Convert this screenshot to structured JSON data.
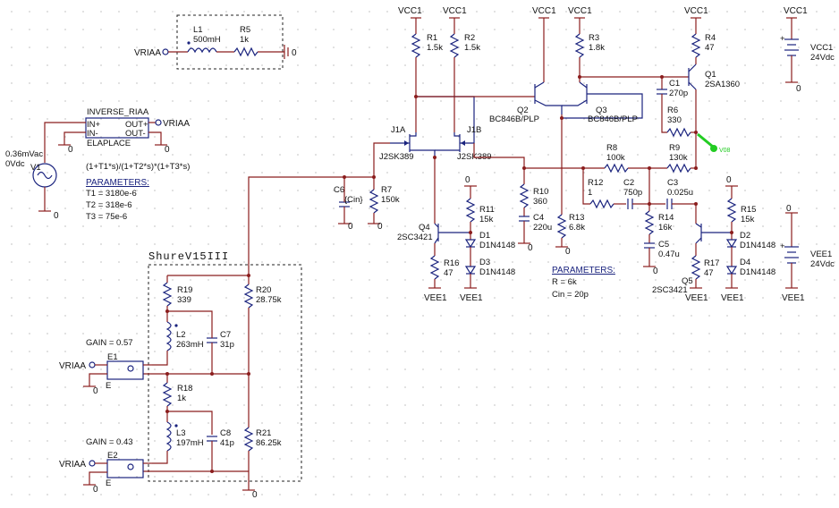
{
  "nets": {
    "vcc": "VCC1",
    "vee": "VEE1",
    "vriaa": "VRIAA",
    "ground": "0",
    "probe": "V08"
  },
  "blocks": {
    "inverse_riaa": "INVERSE_RIAA",
    "elaplace": "ELAPLACE",
    "pin_in_pos": "IN+",
    "pin_in_neg": "IN-",
    "pin_out_pos": "OUT+",
    "pin_out_neg": "OUT-",
    "transfer_fn": "(1+T1*s)/(1+T2*s)*(1+T3*s)",
    "shure": "ShureV15III",
    "gain_e1": "GAIN = 0.57",
    "gain_e2": "GAIN = 0.43"
  },
  "params_left": {
    "heading": "PARAMETERS:",
    "t1": "T1 = 3180e-6",
    "t2": "T2 = 318e-6",
    "t3": "T3 = 75e-6"
  },
  "params_mid": {
    "heading": "PARAMETERS:",
    "r": "R = 6k",
    "cin": "Cin = 20p"
  },
  "sources": {
    "v1_name": "V1",
    "v1_ac": "0.36mVac",
    "v1_dc": "0Vdc",
    "vcc1_name": "VCC1",
    "vcc1_val": "24Vdc",
    "vee1_name": "VEE1",
    "vee1_val": "24Vdc"
  },
  "parts": {
    "L1": "L1",
    "L1v": "500mH",
    "R5": "R5",
    "R5v": "1k",
    "R1": "R1",
    "R1v": "1.5k",
    "R2": "R2",
    "R2v": "1.5k",
    "R3": "R3",
    "R3v": "1.8k",
    "R4": "R4",
    "R4v": "47",
    "Q1": "Q1",
    "Q1v": "2SA1360",
    "Q2": "Q2",
    "Q2v": "BC846B/PLP",
    "Q3": "Q3",
    "Q3v": "BC846B/PLP",
    "C1": "C1",
    "C1v": "270p",
    "R6": "R6",
    "R6v": "330",
    "J1A": "J1A",
    "J1Av": "J2SK389",
    "J1B": "J1B",
    "J1Bv": "J2SK389",
    "R8": "R8",
    "R8v": "100k",
    "R9": "R9",
    "R9v": "130k",
    "R12": "R12",
    "R12v": "1",
    "C2": "C2",
    "C2v": "750p",
    "C3": "C3",
    "C3v": "0.025u",
    "C6": "C6",
    "C6v": "{Cin}",
    "R7": "R7",
    "R7v": "150k",
    "R10": "R10",
    "R10v": "360",
    "C4": "C4",
    "C4v": "220u",
    "R13": "R13",
    "R13v": "6.8k",
    "R11": "R11",
    "R11v": "15k",
    "D1": "D1",
    "D1v": "D1N4148",
    "D3": "D3",
    "D3v": "D1N4148",
    "Q4": "Q4",
    "Q4v": "2SC3421",
    "R16": "R16",
    "R16v": "47",
    "R14": "R14",
    "R14v": "16k",
    "C5": "C5",
    "C5v": "0.47u",
    "Q5": "Q5",
    "Q5v": "2SC3421",
    "R15": "R15",
    "R15v": "15k",
    "D2": "D2",
    "D2v": "D1N4148",
    "D4": "D4",
    "D4v": "D1N4148",
    "R17": "R17",
    "R17v": "47",
    "R19": "R19",
    "R19v": "339",
    "L2": "L2",
    "L2v": "263mH",
    "C7": "C7",
    "C7v": "31p",
    "R20": "R20",
    "R20v": "28.75k",
    "R18": "R18",
    "R18v": "1k",
    "L3": "L3",
    "L3v": "197mH",
    "C8": "C8",
    "C8v": "41p",
    "R21": "R21",
    "R21v": "86.25k",
    "E1": "E1",
    "E2": "E2",
    "E": "E"
  },
  "colors": {
    "wire": "#8b1d1d",
    "component": "#1a237e",
    "probe": "#22cc22"
  }
}
